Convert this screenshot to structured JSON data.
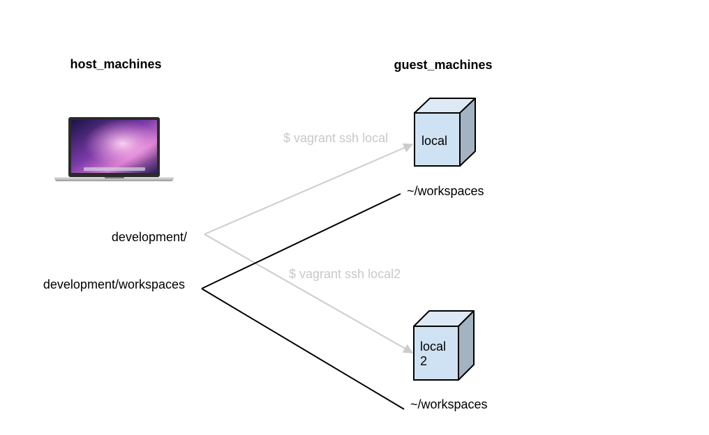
{
  "titles": {
    "host": "host_machines",
    "guest": "guest_machines"
  },
  "host": {
    "device_icon": "macbook-laptop-icon",
    "labels": {
      "development": "development/",
      "workspaces": "development/workspaces"
    }
  },
  "guests": [
    {
      "name_line1": "local",
      "name_line2": "",
      "mount": "~/workspaces",
      "command": "$ vagrant ssh local"
    },
    {
      "name_line1": "local",
      "name_line2": "2",
      "mount": "~/workspaces",
      "command": "$ vagrant ssh local2"
    }
  ],
  "colors": {
    "ssh_arrow": "#cccccc",
    "ssh_text": "#c8c8c8",
    "sync_line": "#000000",
    "box_front": "#cfe2f3",
    "box_top": "#dde9f5",
    "box_side": "#a4b3c2",
    "box_stroke": "#000000"
  }
}
